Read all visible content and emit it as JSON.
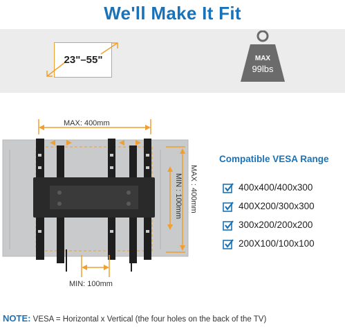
{
  "header": {
    "title": "We'll Make It Fit"
  },
  "size_badge": {
    "label": "23\"–55\""
  },
  "weight_badge": {
    "max_label": "MAX",
    "value": "99lbs"
  },
  "dimensions": {
    "max_horizontal": "MAX: 400mm",
    "max_vertical": "MAX : 400mm",
    "min_vertical": "MIN : 100mm",
    "min_horizontal": "MIN: 100mm"
  },
  "vesa": {
    "title": "Compatible VESA Range",
    "items": [
      "400x400/400x300",
      "400X200/300x300",
      "300x200/200x200",
      "200X100/100x100"
    ]
  },
  "note": {
    "label": "NOTE:",
    "text": " VESA = Horizontal x Vertical (the four holes on the back of the TV)"
  },
  "colors": {
    "accent_blue": "#1a73b8",
    "arrow_orange": "#f0a030",
    "band_gray": "#ececec"
  }
}
